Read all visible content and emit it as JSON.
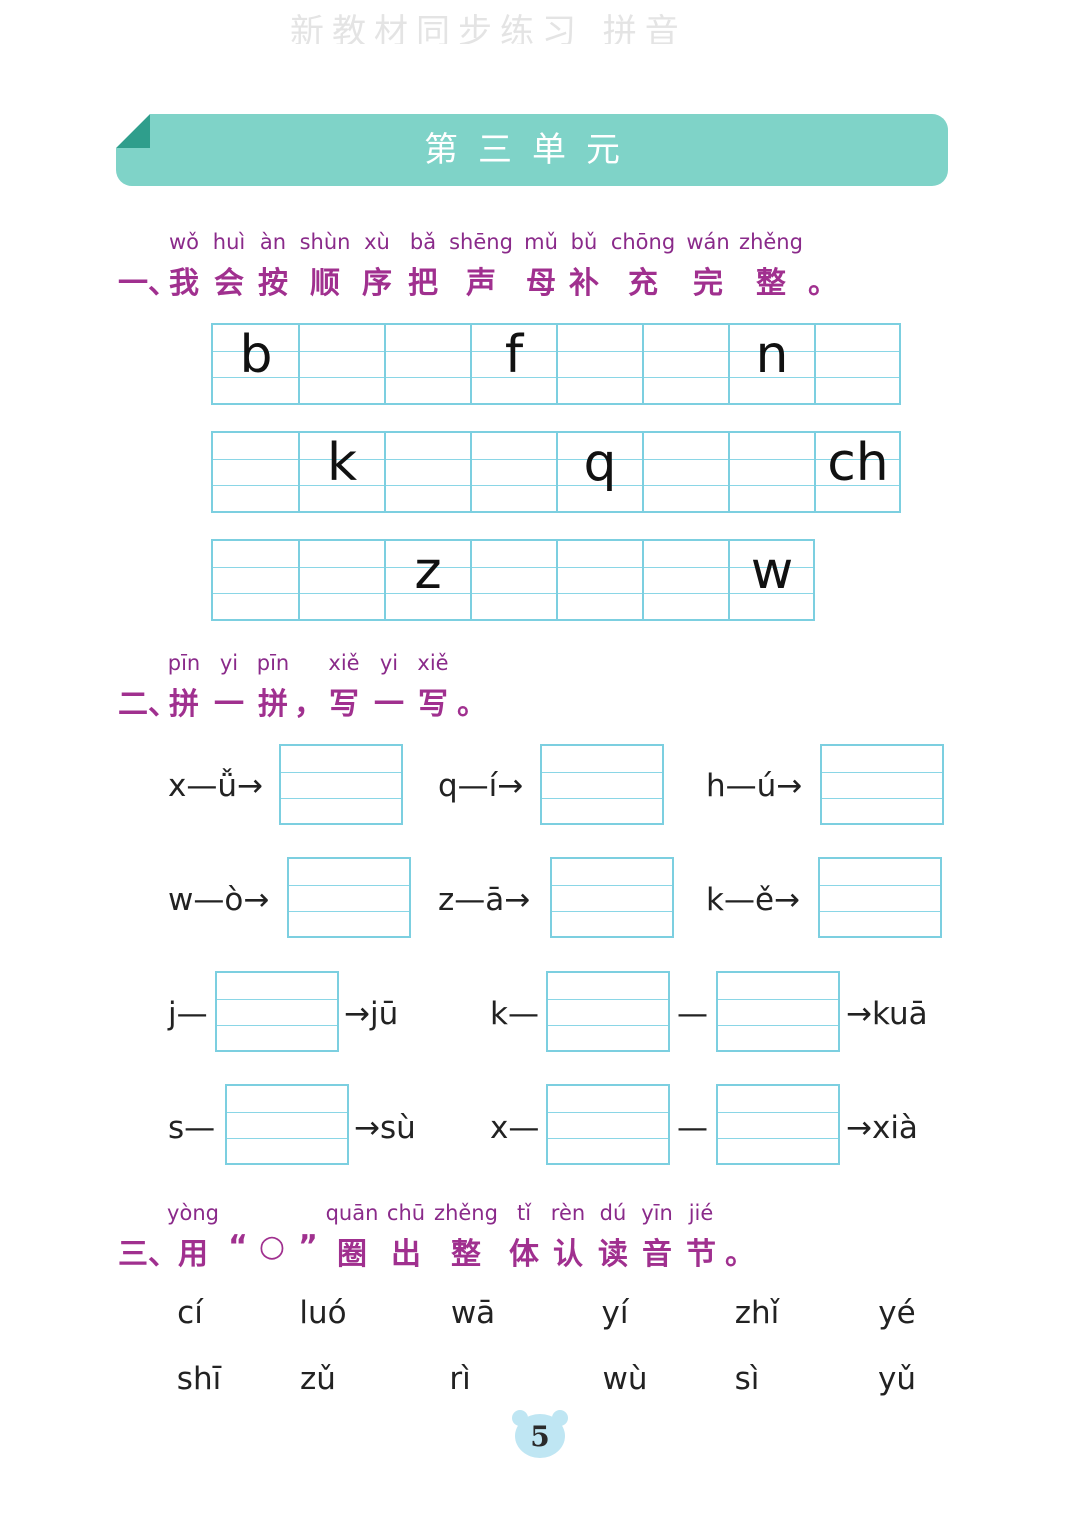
{
  "header": {
    "faded_title": "新教材同步练习 拼音",
    "unit_title": "第三单元"
  },
  "section1": {
    "pinyin": [
      "wǒ",
      "huì",
      "àn",
      "shùn",
      "xù",
      "bǎ",
      "shēng",
      "mǔ",
      "bǔ",
      "chōng",
      "wán",
      "zhěng"
    ],
    "number": "一、",
    "chars": [
      "我",
      "会",
      "按",
      "顺",
      "序",
      "把",
      "声",
      "母",
      "补",
      "充",
      "完",
      "整",
      "。"
    ],
    "rows": [
      [
        "b",
        "",
        "",
        "f",
        "",
        "",
        "n",
        ""
      ],
      [
        "",
        "k",
        "",
        "",
        "q",
        "",
        "",
        "ch"
      ],
      [
        "",
        "",
        "z",
        "",
        "",
        "",
        "w"
      ]
    ]
  },
  "section2": {
    "pinyin": [
      "pīn",
      "yi",
      "pīn",
      "xiě",
      "yi",
      "xiě"
    ],
    "number": "二、",
    "chars": [
      "拼",
      "一",
      "拼",
      "，",
      "写",
      "一",
      "写",
      "。"
    ],
    "row1": [
      "x—ǚ→",
      "q—í→",
      "h—ú→"
    ],
    "row2": [
      "w—ò→",
      "z—ā→",
      "k—ě→"
    ],
    "row3": {
      "a_pre": "j—",
      "a_post": "→jū",
      "b_pre": "k—",
      "b_mid": "—",
      "b_post": "→kuā"
    },
    "row4": {
      "a_pre": "s—",
      "a_post": "→sù",
      "b_pre": "x—",
      "b_mid": "—",
      "b_post": "→xià"
    }
  },
  "section3": {
    "pinyin": [
      "yòng",
      "quān",
      "chū",
      "zhěng",
      "tǐ",
      "rèn",
      "dú",
      "yīn",
      "jié"
    ],
    "number": "三、",
    "chars": [
      "用",
      "“",
      "○",
      "”",
      "圈",
      "出",
      "整",
      "体",
      "认",
      "读",
      "音",
      "节",
      "。"
    ],
    "syllables_row1": [
      "cí",
      "luó",
      "wā",
      "yí",
      "zhǐ",
      "yé"
    ],
    "syllables_row2": [
      "shī",
      "zǔ",
      "rì",
      "wù",
      "sì",
      "yǔ"
    ]
  },
  "page_number": "5"
}
